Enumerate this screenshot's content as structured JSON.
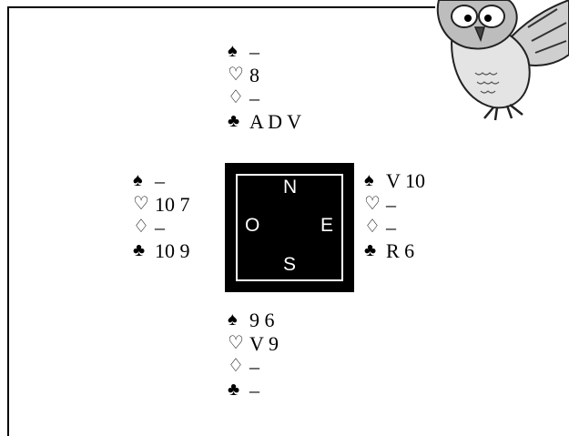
{
  "north": [
    {
      "suit_icon": "spade-icon",
      "glyph": "♠",
      "value": "–"
    },
    {
      "suit_icon": "heart-outline-icon",
      "glyph": "♡",
      "value": "8"
    },
    {
      "suit_icon": "diamond-outline-icon",
      "glyph": "♢",
      "value": "–"
    },
    {
      "suit_icon": "club-icon",
      "glyph": "♣",
      "value": "A D V"
    }
  ],
  "west": [
    {
      "suit_icon": "spade-icon",
      "glyph": "♠",
      "value": "–"
    },
    {
      "suit_icon": "heart-outline-icon",
      "glyph": "♡",
      "value": "10 7"
    },
    {
      "suit_icon": "diamond-outline-icon",
      "glyph": "♢",
      "value": "–"
    },
    {
      "suit_icon": "club-icon",
      "glyph": "♣",
      "value": "10 9"
    }
  ],
  "east": [
    {
      "suit_icon": "spade-icon",
      "glyph": "♠",
      "value": "V 10"
    },
    {
      "suit_icon": "heart-outline-icon",
      "glyph": "♡",
      "value": "–"
    },
    {
      "suit_icon": "diamond-outline-icon",
      "glyph": "♢",
      "value": "–"
    },
    {
      "suit_icon": "club-icon",
      "glyph": "♣",
      "value": "R 6"
    }
  ],
  "south": [
    {
      "suit_icon": "spade-icon",
      "glyph": "♠",
      "value": "9 6"
    },
    {
      "suit_icon": "heart-outline-icon",
      "glyph": "♡",
      "value": "V 9"
    },
    {
      "suit_icon": "diamond-outline-icon",
      "glyph": "♢",
      "value": "–"
    },
    {
      "suit_icon": "club-icon",
      "glyph": "♣",
      "value": "–"
    }
  ],
  "compass": {
    "n": "N",
    "s": "S",
    "o": "O",
    "e": "E"
  },
  "decoration": {
    "icon": "owl-icon"
  }
}
